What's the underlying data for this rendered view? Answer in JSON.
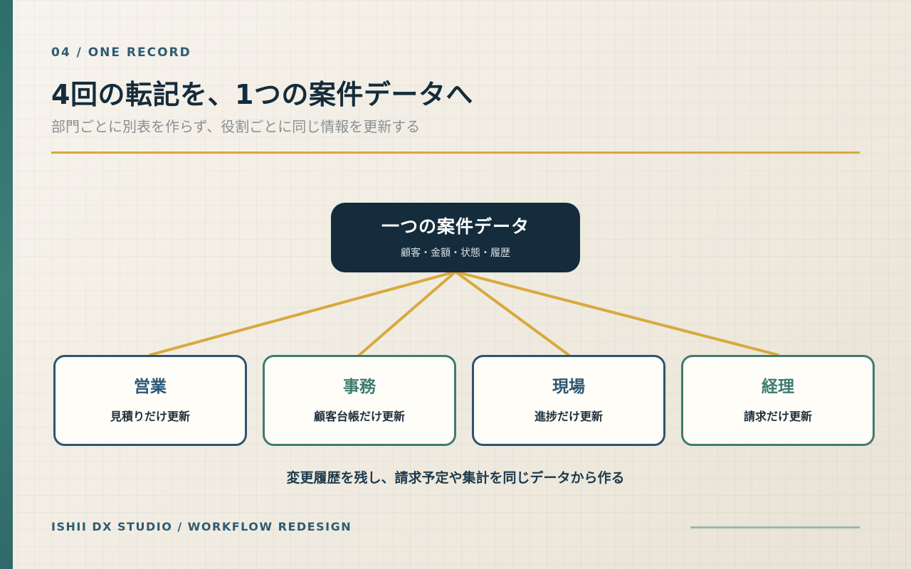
{
  "header": {
    "eyebrow": "04 / ONE RECORD",
    "title": "4回の転記を、1つの案件データへ",
    "subtitle": "部門ごとに別表を作らず、役割ごとに同じ情報を更新する"
  },
  "hub": {
    "title": "一つの案件データ",
    "subtitle": "顧客・金額・状態・履歴"
  },
  "roles": [
    {
      "name": "営業",
      "desc": "見積りだけ更新"
    },
    {
      "name": "事務",
      "desc": "顧客台帳だけ更新"
    },
    {
      "name": "現場",
      "desc": "進捗だけ更新"
    },
    {
      "name": "経理",
      "desc": "請求だけ更新"
    }
  ],
  "footnote": "変更履歴を残し、請求予定や集計を同じデータから作る",
  "footer": {
    "label": "ISHII DX STUDIO / WORKFLOW REDESIGN"
  },
  "colors": {
    "accent": "#d8a93e",
    "hub_bg": "#142c3b",
    "role_border_navy": "#2e5470",
    "role_border_teal": "#3f7c6f",
    "stripe": "#2d6e6c"
  }
}
